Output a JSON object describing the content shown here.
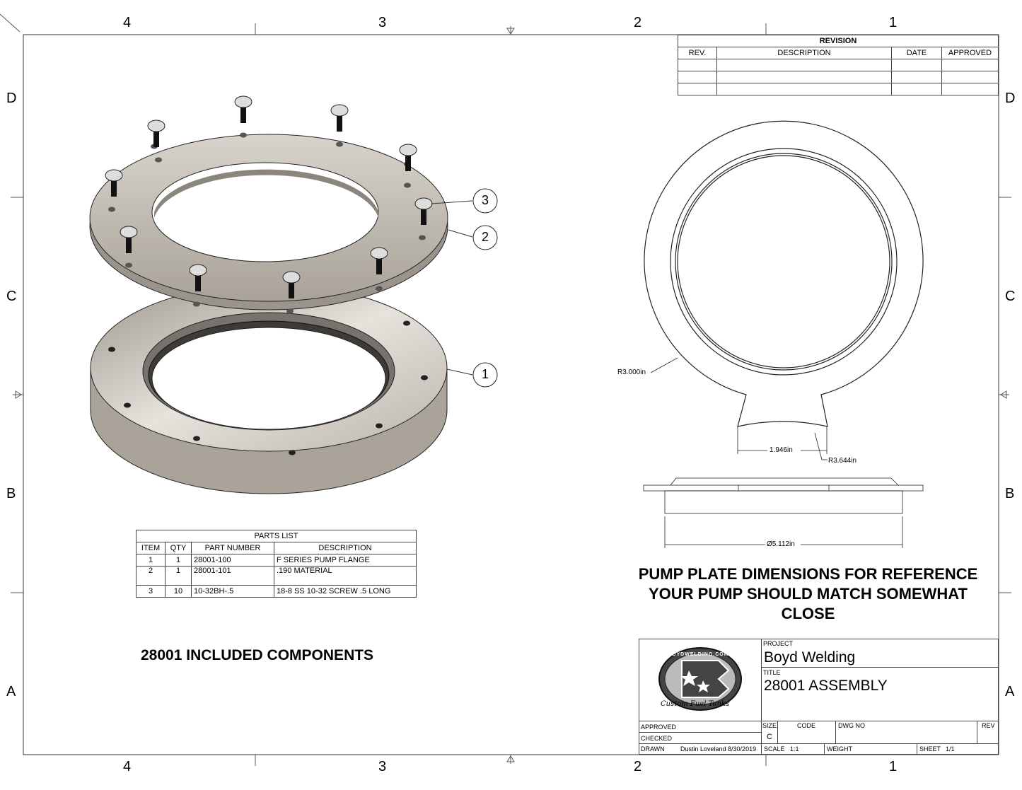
{
  "border": {
    "top_zones": [
      "4",
      "3",
      "2",
      "1"
    ],
    "bottom_zones": [
      "4",
      "3",
      "2",
      "1"
    ],
    "left_zones": [
      "D",
      "C",
      "B",
      "A"
    ],
    "right_zones": [
      "D",
      "C",
      "B",
      "A"
    ]
  },
  "revision": {
    "title": "REVISION",
    "headers": [
      "REV.",
      "DESCRIPTION",
      "DATE",
      "APPROVED"
    ],
    "rows": [
      [
        "",
        "",
        "",
        ""
      ],
      [
        "",
        "",
        "",
        ""
      ],
      [
        "",
        "",
        "",
        ""
      ]
    ]
  },
  "parts_list": {
    "title": "PARTS LIST",
    "headers": [
      "ITEM",
      "QTY",
      "PART NUMBER",
      "DESCRIPTION"
    ],
    "rows": [
      [
        "1",
        "1",
        "28001-100",
        "F SERIES PUMP FLANGE"
      ],
      [
        "2",
        "1",
        "28001-101",
        ".190 MATERIAL"
      ],
      [
        "3",
        "10",
        "10-32BH-.5",
        "18-8 SS 10-32 SCREW .5 LONG"
      ]
    ]
  },
  "balloons": [
    "3",
    "2",
    "1"
  ],
  "dimensions": {
    "radius_outer": "R3.000in",
    "neck_width": "1.946in",
    "radius_neck": "R3.644in",
    "diameter": "Ø5.112in"
  },
  "notes": {
    "included": "28001 INCLUDED COMPONENTS",
    "pump_plate": [
      "PUMP PLATE DIMENSIONS FOR REFERENCE",
      "YOUR PUMP SHOULD MATCH SOMEWHAT",
      "CLOSE"
    ]
  },
  "title_block": {
    "logo_text": "BOYDWELDING.COM",
    "logo_script": "Custom Fuel Tanks",
    "project_label": "PROJECT",
    "project": "Boyd Welding",
    "title_label": "TITLE",
    "title": "28001 ASSEMBLY",
    "approved_label": "APPROVED",
    "checked_label": "CHECKED",
    "drawn_label": "DRAWN",
    "drawn_value": "Dustin Loveland  8/30/2019",
    "size_label": "SIZE",
    "size_value": "C",
    "code_label": "CODE",
    "dwg_label": "DWG NO",
    "rev_label": "REV",
    "scale_label": "SCALE",
    "scale_value": "1:1",
    "weight_label": "WEIGHT",
    "sheet_label": "SHEET",
    "sheet_value": "1/1"
  }
}
